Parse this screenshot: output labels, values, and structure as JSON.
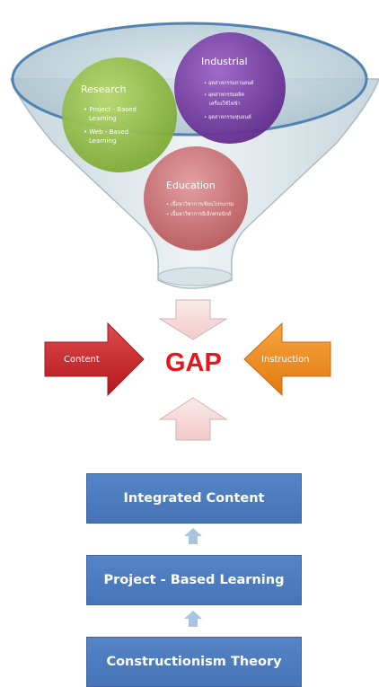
{
  "funnel": {
    "research": {
      "title": "Research",
      "bullets": [
        "Project - Based",
        "Learning",
        "Web - Based",
        "Learning"
      ]
    },
    "industrial": {
      "title": "Industrial",
      "bullets": [
        "อุตสาหกรรมยานยนต์",
        "อุตสาหกรรมผลิต",
        "เครื่องใช้ไฟฟ้า",
        "อุตสาหกรรมหุ่นยนต์"
      ]
    },
    "education": {
      "title": "Education",
      "bullets": [
        "เนื้อหาวิชาการเขียนโปรแกรม",
        "เนื้อหาวิชาการอิเล็กทรอนิกส์"
      ]
    }
  },
  "center": {
    "gap": "GAP",
    "left_arrow_label": "Content",
    "right_arrow_label": "Instruction"
  },
  "stack": {
    "integrated_content": "Integrated Content",
    "project_based_learning": "Project - Based Learning",
    "constructionism_theory": "Constructionism Theory"
  },
  "colors": {
    "research": "#8dba46",
    "industrial": "#7a3fa6",
    "education": "#c56466",
    "content_arrow": "#c52a2e",
    "instruction_arrow": "#ee8a1f",
    "box": "#4f7fc1",
    "gap": "#e8161c"
  }
}
